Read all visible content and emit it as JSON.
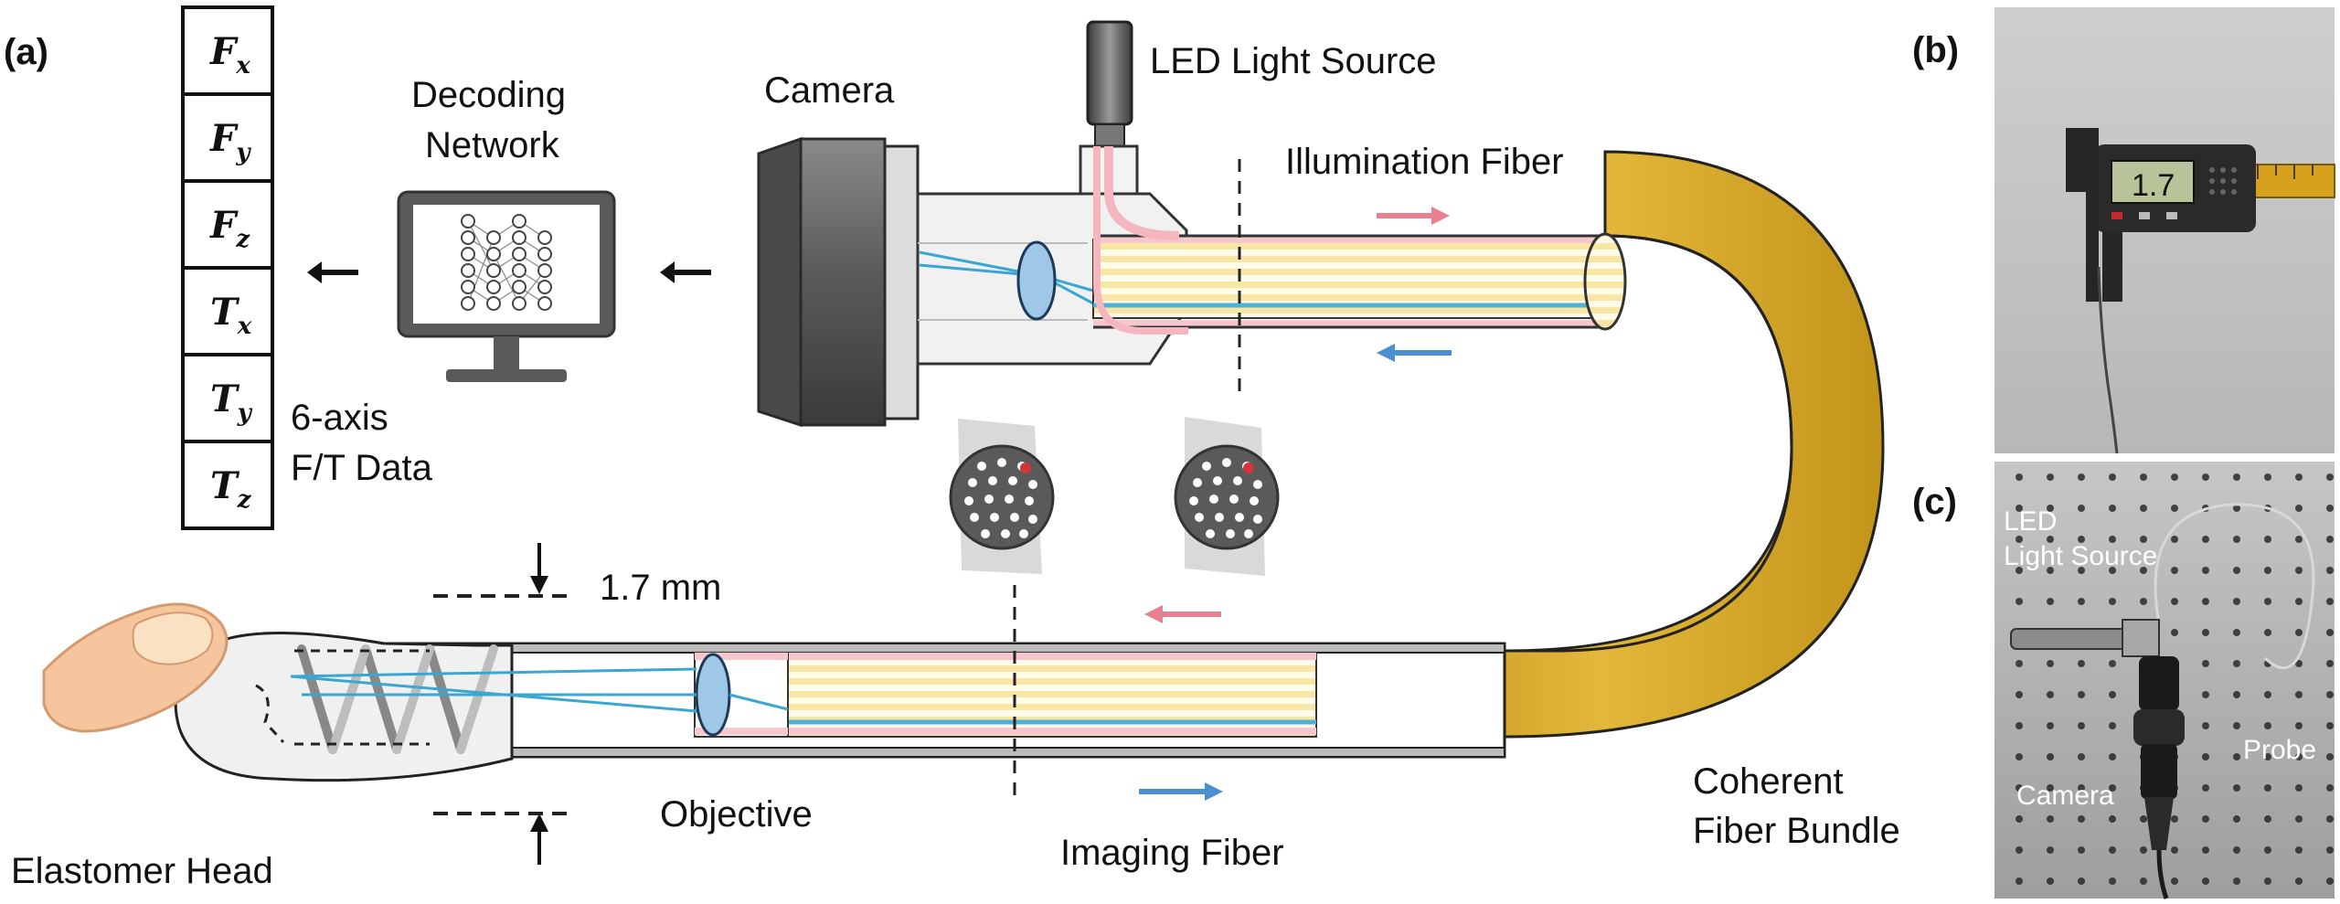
{
  "panels": {
    "a": "(a)",
    "b": "(b)",
    "c": "(c)"
  },
  "ft_table": [
    {
      "sym": "F",
      "sub": "x"
    },
    {
      "sym": "F",
      "sub": "y"
    },
    {
      "sym": "F",
      "sub": "z"
    },
    {
      "sym": "T",
      "sub": "x"
    },
    {
      "sym": "T",
      "sub": "y"
    },
    {
      "sym": "T",
      "sub": "z"
    }
  ],
  "labels": {
    "data_line1": "6-axis",
    "data_line2": "F/T Data",
    "network_line1": "Decoding",
    "network_line2": "Network",
    "camera": "Camera",
    "led": "LED Light Source",
    "illum": "Illumination Fiber",
    "dimension": "1.7 mm",
    "objective": "Objective",
    "imaging": "Imaging Fiber",
    "bundle_line1": "Coherent",
    "bundle_line2": "Fiber Bundle",
    "elastomer": "Elastomer Head"
  },
  "photo_b": {
    "caliper_reading": "1.7"
  },
  "photo_c": {
    "led_line1": "LED",
    "led_line2": "Light Source",
    "camera": "Camera",
    "probe": "Probe"
  },
  "colors": {
    "pink": "#e9808f",
    "blue": "#4a8fd0",
    "gold": "#d4a51d",
    "fiber_yellow": "#f8e7a4",
    "dark": "#5a5a5a"
  }
}
